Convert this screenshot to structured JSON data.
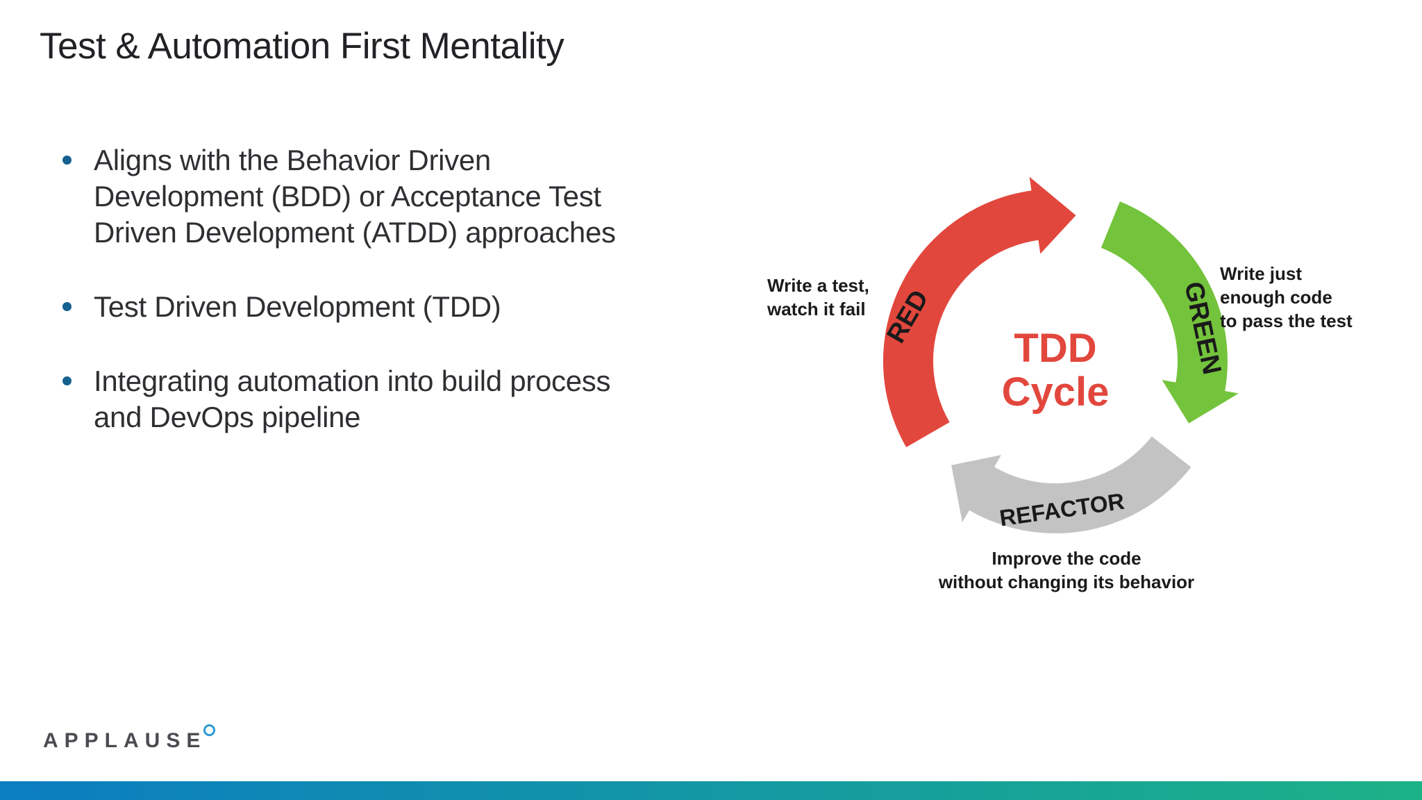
{
  "palette": {
    "title-color": "#222226",
    "body-color": "#2f2f33",
    "bullet-color": "#15618f",
    "diagram-text": "#1a1a1a",
    "logo-color": "#4b4b52",
    "logo-ring": "#2d99d6",
    "bar-left": "#0b7dc1",
    "bar-right": "#1cb287"
  },
  "slide": {
    "title": "Test & Automation First Mentality",
    "bullets": [
      {
        "text": "Aligns with the Behavior Driven Development (BDD) or Acceptance Test Driven Development (ATDD) approaches"
      },
      {
        "text": "Test Driven Development (TDD)"
      },
      {
        "text": "Integrating automation into build process and DevOps pipeline"
      }
    ]
  },
  "diagram": {
    "center_lines": [
      "TDD",
      "Cycle"
    ],
    "phases": [
      {
        "id": "red",
        "label": "RED",
        "color": "#e2473d",
        "caption_lines": [
          "Write a test,",
          "watch it fail"
        ]
      },
      {
        "id": "green",
        "label": "GREEN",
        "color": "#74c33c",
        "caption_lines": [
          "Write just",
          "enough code",
          "to pass the test"
        ]
      },
      {
        "id": "refactor",
        "label": "REFACTOR",
        "color": "#c3c3c3",
        "caption_lines": [
          "Improve the code",
          "without changing its behavior"
        ]
      }
    ]
  },
  "footer": {
    "logo_text": "APPLAUSE"
  }
}
